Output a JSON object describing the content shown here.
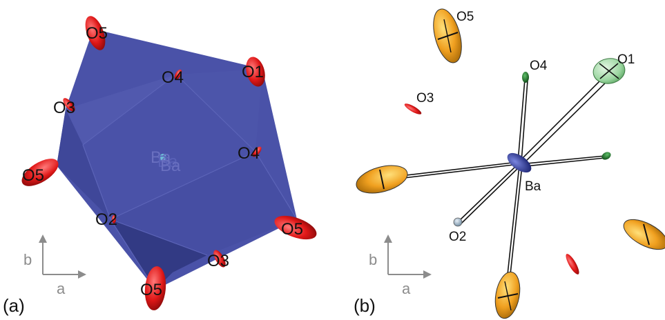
{
  "panel_a": {
    "panel_label": "(a)",
    "atoms": {
      "O5_top": "O5",
      "O4_top": "O4",
      "O1": "O1",
      "O3_left": "O3",
      "O4_right": "O4",
      "O5_left": "O5",
      "Ba_1": "Ba",
      "Ba_2": "Ba",
      "Ba_3": "Ba",
      "O2": "O2",
      "O5_right": "O5",
      "O3_bottom": "O3",
      "O5_bottom": "O5"
    },
    "axis": {
      "b": "b",
      "a": "a"
    }
  },
  "panel_b": {
    "panel_label": "(b)",
    "atoms": {
      "O5": "O5",
      "O4": "O4",
      "O1": "O1",
      "O3": "O3",
      "Ba": "Ba",
      "O2": "O2"
    },
    "axis": {
      "b": "b",
      "a": "a"
    }
  },
  "colors": {
    "polyhedron": "#4a52a8",
    "oxygen_red": "#e01818",
    "oxygen_orange": "#f0a020",
    "oxygen_green_light": "#9bd6a0",
    "oxygen_green_dark": "#1e7a2a",
    "oxygen_grey": "#9ab4c8",
    "barium": "#2e3aa0",
    "axis": "#8c8c8c"
  }
}
